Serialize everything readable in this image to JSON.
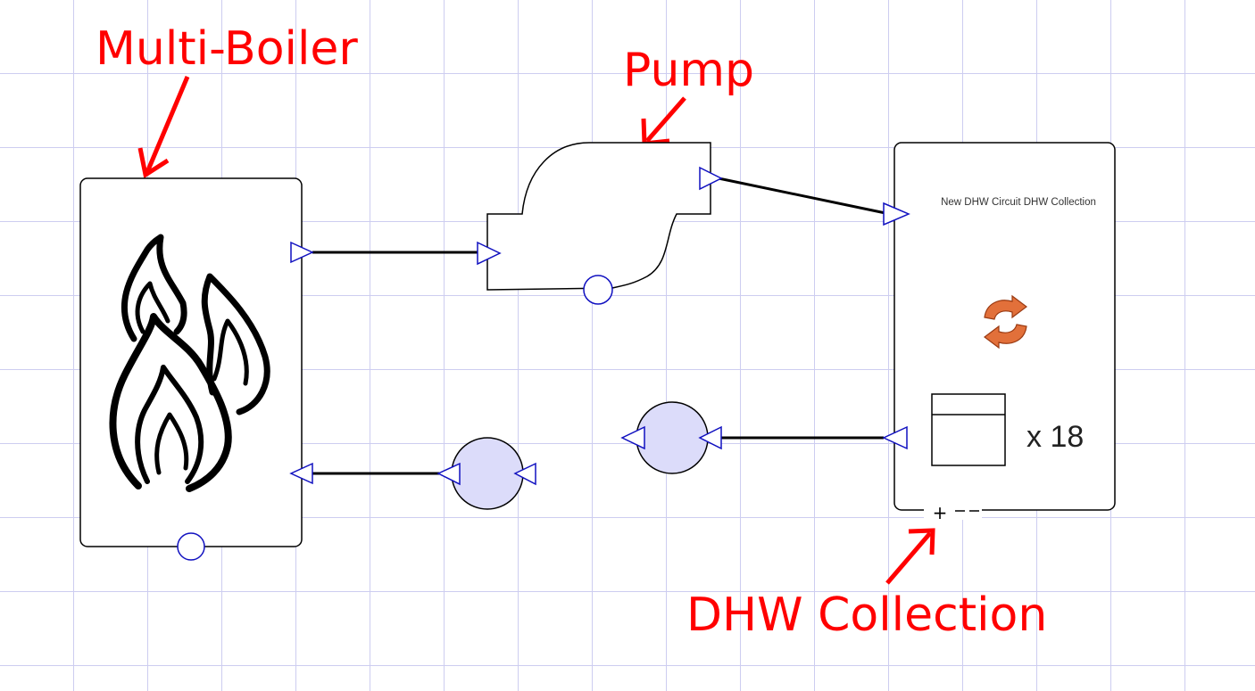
{
  "labels": {
    "multi_boiler": "Multi-Boiler",
    "pump": "Pump",
    "dhw_collection": "DHW Collection"
  },
  "dhw_collection_node": {
    "name": "New DHW Circuit DHW Collection",
    "count": "x 18",
    "expander": "+ –"
  },
  "colors": {
    "callout": "#ff0000",
    "port_stroke": "#1010c0",
    "node_fill": "#dcdcfa",
    "grid": "#cdcdf0",
    "refresh_icon": "#e2703a"
  },
  "icons": [
    "flame-icon",
    "refresh-icon",
    "window-icon"
  ]
}
